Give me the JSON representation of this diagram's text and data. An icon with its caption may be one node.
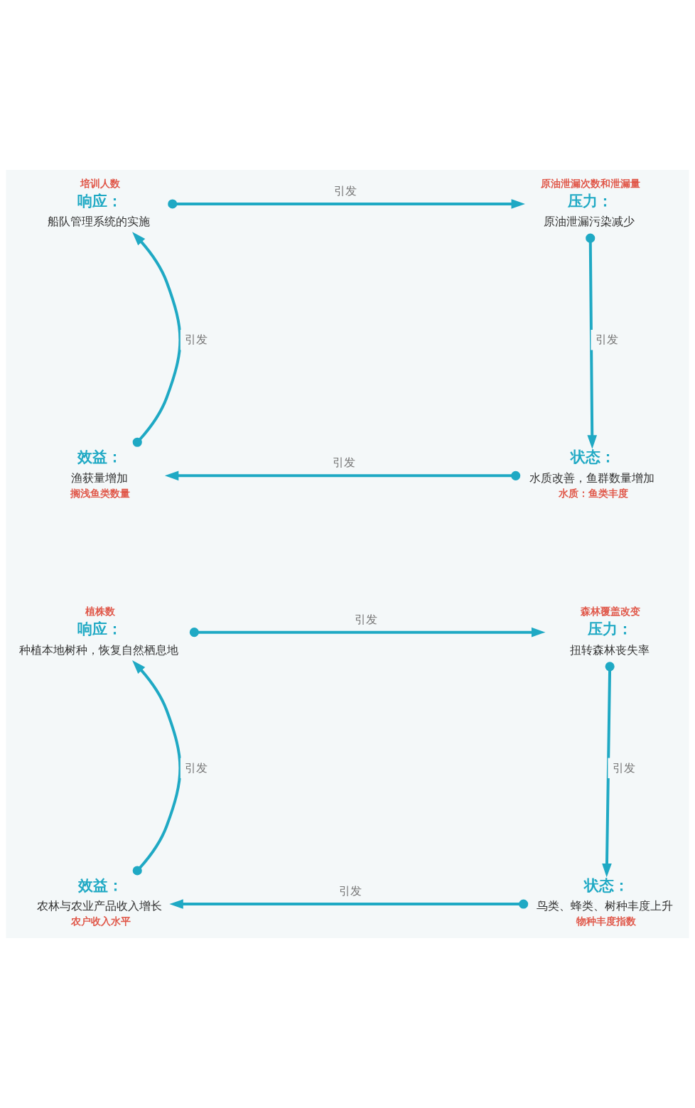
{
  "diagram": {
    "nodes": [
      {
        "text": [
          "响应：",
          "船队管理系统的实施"
        ],
        "beside": [
          "培训人数"
        ]
      },
      {
        "text": [
          "压力：",
          "原油泄漏污染减少"
        ],
        "beside": [
          "原油泄漏次数和泄漏量"
        ]
      },
      {
        "text": [
          "状态：",
          "水质改善，鱼群数量增加"
        ],
        "beside": [
          "水质：鱼类丰度"
        ]
      },
      {
        "text": [
          "效益：",
          "渔获量增加"
        ],
        "beside": [
          "搁浅鱼类数量"
        ]
      },
      {
        "text": [
          "响应：",
          "种植本地树种，恢复自然栖息地"
        ],
        "beside": [
          "植株数"
        ]
      },
      {
        "text": [
          "压力：",
          "扭转森林丧失率"
        ],
        "beside": [
          "森林覆盖改变"
        ]
      },
      {
        "text": [
          "状态：",
          "鸟类、蜂类、树种丰度上升"
        ],
        "beside": [
          "物种丰度指数"
        ]
      },
      {
        "text": [
          "效益：",
          "农林与农业产品收入增长"
        ],
        "beside": [
          "农户收入水平"
        ]
      }
    ],
    "edges": [
      {
        "from": 0,
        "to": 1,
        "arrow": "to",
        "label": "引发"
      },
      {
        "from": 1,
        "to": 2,
        "arrow": "to",
        "label": "引发"
      },
      {
        "from": 2,
        "to": 3,
        "arrow": "to",
        "label": "引发"
      },
      {
        "from": 3,
        "to": 0,
        "arrow": "to",
        "label": "引发"
      },
      {
        "from": 4,
        "to": 5,
        "arrow": "to",
        "label": "引发"
      },
      {
        "from": 5,
        "to": 6,
        "arrow": "to",
        "label": "引发"
      },
      {
        "from": 6,
        "to": 7,
        "arrow": "to",
        "label": "引发"
      },
      {
        "from": 7,
        "to": 4,
        "arrow": "to",
        "label": "引发"
      }
    ]
  }
}
